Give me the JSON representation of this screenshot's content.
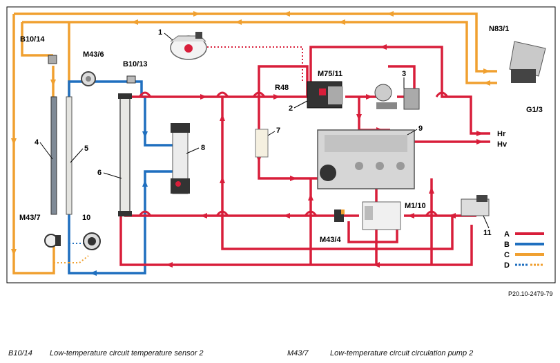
{
  "reference": "P20.10-2479-79",
  "labels": {
    "n1": "1",
    "n2": "2",
    "n3": "3",
    "n4": "4",
    "n5": "5",
    "n6": "6",
    "n7": "7",
    "n8": "8",
    "n9": "9",
    "n10": "10",
    "n11": "11",
    "b1014": "B10/14",
    "b1013": "B10/13",
    "m436": "M43/6",
    "m437": "M43/7",
    "m434": "M43/4",
    "m110": "M1/10",
    "m7511": "M75/11",
    "r48": "R48",
    "n831": "N83/1",
    "g13": "G1/3",
    "hr": "Hr",
    "hv": "Hv"
  },
  "legend": [
    {
      "letter": "A",
      "color": "#d81e3a",
      "dashed": false
    },
    {
      "letter": "B",
      "color": "#1f6fbf",
      "dashed": false
    },
    {
      "letter": "C",
      "color": "#f0a030",
      "dashed": false
    },
    {
      "letter": "D",
      "color": "#1f6fbf",
      "color2": "#f0a030",
      "dashed": true
    }
  ],
  "captions": [
    {
      "code": "B10/14",
      "text": "Low-temperature circuit temperature sensor 2"
    },
    {
      "code": "M43/7",
      "text": "Low-temperature circuit circulation pump 2"
    }
  ],
  "colors": {
    "red": "#d81e3a",
    "blue": "#1f6fbf",
    "orange": "#f0a030"
  }
}
